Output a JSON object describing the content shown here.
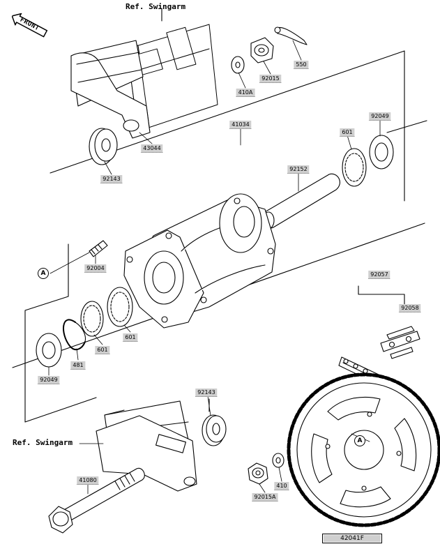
{
  "refs": {
    "swingarm_top": "Ref. Swingarm",
    "swingarm_bottom": "Ref. Swingarm"
  },
  "front_label": "FRONT",
  "circle_marker": "A",
  "parts": {
    "p550": "550",
    "p92015": "92015",
    "p410A": "410A",
    "p43044": "43044",
    "p92143_top": "92143",
    "p41034": "41034",
    "p92049": "92049",
    "p601_top": "601",
    "p92152": "92152",
    "p92004": "92004",
    "p601_mid": "601",
    "p601_low": "601",
    "p481": "481",
    "p92049_low": "92049",
    "p92057": "92057",
    "p92058": "92058",
    "p92143_low": "92143",
    "p41080": "41080",
    "p92015A": "92015A",
    "p410": "410",
    "p42041F": "42041F"
  }
}
